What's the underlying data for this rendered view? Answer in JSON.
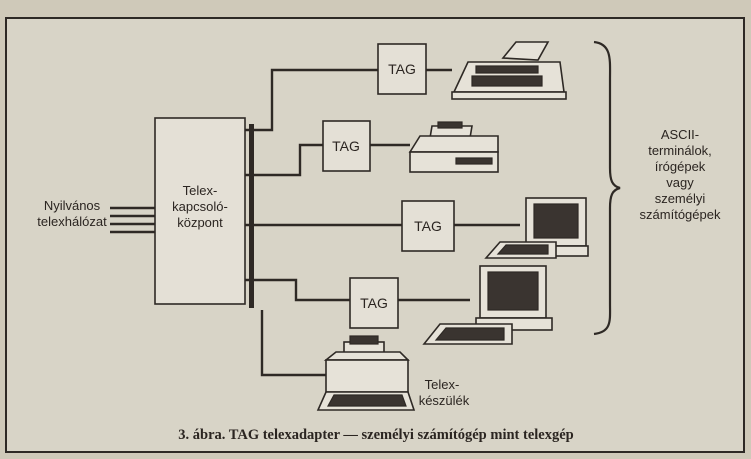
{
  "diagram": {
    "exchange_label_lines": [
      "Telex-",
      "kapcsoló-",
      "központ"
    ],
    "network_label_lines": [
      "Nyilvános",
      "telexhálózat"
    ],
    "adapters": [
      {
        "label": "TAG",
        "device": "typewriter-icon"
      },
      {
        "label": "TAG",
        "device": "printer-icon"
      },
      {
        "label": "TAG",
        "device": "personal-computer-icon"
      },
      {
        "label": "TAG",
        "device": "personal-computer-icon"
      }
    ],
    "terminals_label_lines": [
      "ASCII-",
      "terminálok,",
      "írógépek",
      "vagy",
      "személyi",
      "számítógépek"
    ],
    "telex_device_label_lines": [
      "Telex-",
      "készülék"
    ],
    "caption": "3. ábra. TAG telexadapter — személyi számítógép mint telexgép"
  }
}
